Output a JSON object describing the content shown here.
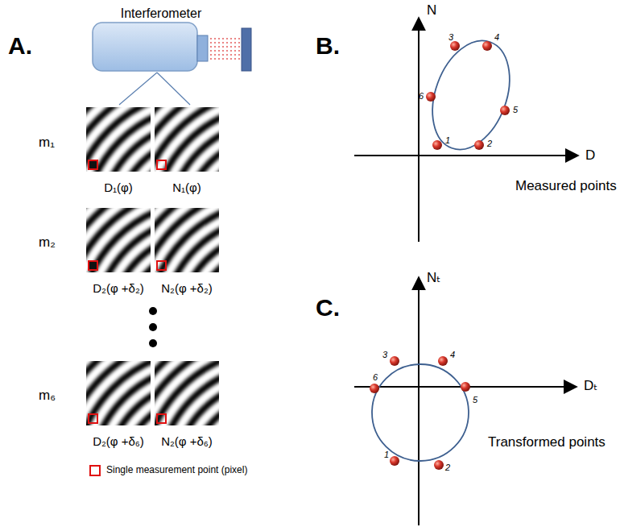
{
  "diagram": {
    "labels": [
      "A.",
      "Interferometer",
      "m₁",
      "D₁(φ)",
      "N₁(φ)",
      "m₂",
      "D₂(φ +δ₂)",
      "N₂(φ +δ₂)",
      "m₆",
      "D₂(φ +δ₆)",
      "N₂(φ +δ₆)",
      "B.",
      "N",
      "D",
      "3",
      "4",
      "6",
      "5",
      "1",
      "2",
      "Measured points",
      "C.",
      "Nₜ",
      "Dₜ",
      "3",
      "4",
      "6",
      "5",
      "1",
      "2",
      "Transformed points"
    ],
    "legend": [
      {
        "text": "Single measurement point (pixel)"
      }
    ]
  }
}
